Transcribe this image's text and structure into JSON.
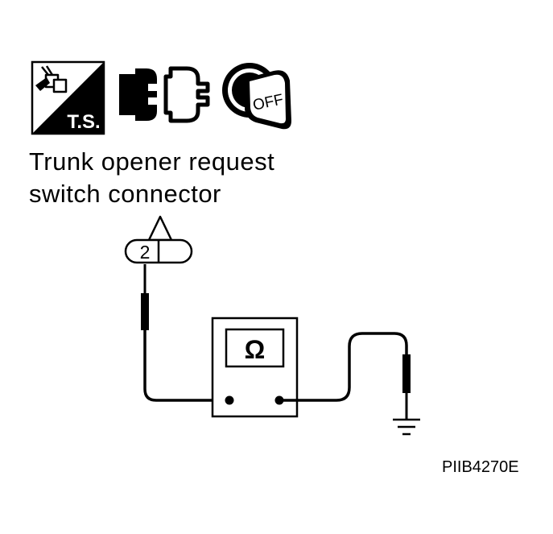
{
  "icons": {
    "tool_icon_label": "T.S.",
    "ignition_key_label": "OFF",
    "tool_icon_name": "tool-test-icon",
    "disconnect_icon_name": "connector-disconnected-icon",
    "ignition_icon_name": "ignition-key-off-icon"
  },
  "caption": {
    "line1": "Trunk opener request",
    "line2": "switch connector"
  },
  "connector": {
    "terminal": "2"
  },
  "meter": {
    "symbol": "Ω"
  },
  "figure_code": "PIIB4270E"
}
